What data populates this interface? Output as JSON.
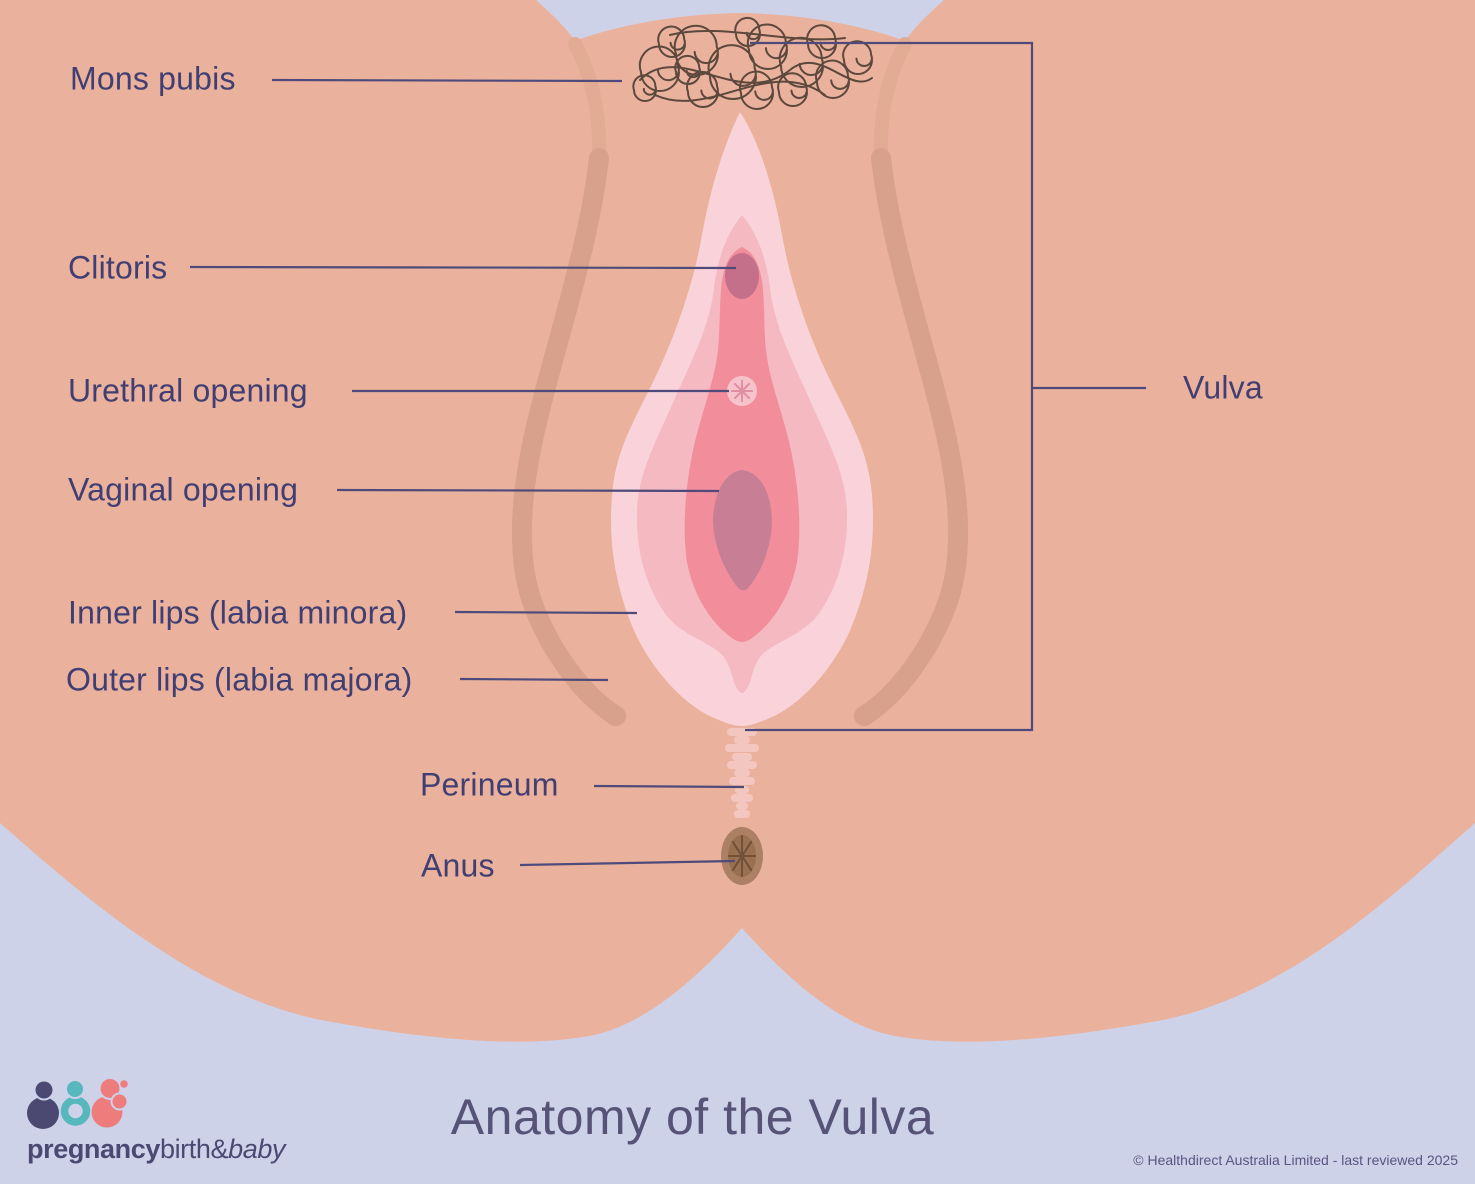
{
  "title": "Anatomy of the Vulva",
  "footer_note": "© Healthdirect Australia Limited - last reviewed 2025",
  "labels": {
    "mons_pubis": "Mons pubis",
    "clitoris": "Clitoris",
    "urethral_opening": "Urethral opening",
    "vaginal_opening": "Vaginal opening",
    "inner_lips": "Inner lips (labia minora)",
    "outer_lips": "Outer lips (labia majora)",
    "perineum": "Perineum",
    "anus": "Anus",
    "vulva": "Vulva"
  },
  "logo": {
    "word_bold": "pregnancy",
    "word_regular": "birth&",
    "word_italic": "baby"
  },
  "colors": {
    "background": "#cdd2e9",
    "skin": "#eab29c",
    "crease": "#d8a18b",
    "crease_faint": "#e2ab94",
    "labia_outer_pink": "#f9d3d9",
    "labia_mid_pink": "#f5b9c2",
    "vestibule_salmon": "#f28e9b",
    "clitoris": "#c4708a",
    "vaginal_opening": "#c87f95",
    "urethra_bg": "#f7c3ca",
    "urethra_star": "#e18fa3",
    "perineum": "#f3c7bf",
    "anus_outer": "#ab8064",
    "anus_inner": "#997050",
    "anus_star": "#6d4b36",
    "hair": "#4d3c32",
    "line": "#4e4b7c",
    "label_text": "#403e72",
    "title_text": "#565377",
    "footer_text": "#595480",
    "logo_purple": "#4b4971",
    "logo_teal": "#56b8bc",
    "logo_coral": "#ef7c7c"
  }
}
